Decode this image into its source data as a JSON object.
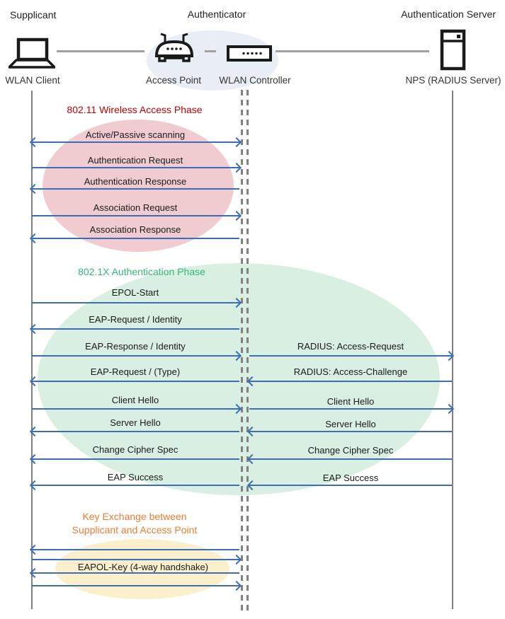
{
  "header": {
    "roles": [
      {
        "label": "Supplicant"
      },
      {
        "label": "Authenticator"
      },
      {
        "label": "Authentication Server"
      }
    ]
  },
  "nodes": [
    {
      "label": "WLAN Client",
      "icon": "laptop-icon"
    },
    {
      "label": "Access Point",
      "icon": "access-point-icon"
    },
    {
      "label": "WLAN Controller",
      "icon": "wlan-controller-icon"
    },
    {
      "label": "NPS (RADIUS Server)",
      "icon": "server-icon"
    }
  ],
  "phases": [
    {
      "title": "802.11 Wireless Access Phase",
      "title_color": "#C00000",
      "ellipse_color": "#F0CCD1"
    },
    {
      "title": "802.1X Authentication Phase",
      "title_color": "#35B778",
      "ellipse_color": "#D8EFE2"
    },
    {
      "title_line1": "Key Exchange between",
      "title_line2": "Supplicant and Access Point",
      "title_color": "#ED7D31",
      "ellipse_color": "#FCEFCB"
    }
  ],
  "messages_left": [
    {
      "label": "Active/Passive scanning",
      "direction": "both"
    },
    {
      "label": "Authentication Request",
      "direction": "right"
    },
    {
      "label": "Authentication Response",
      "direction": "left"
    },
    {
      "label": "Association Request",
      "direction": "right"
    },
    {
      "label": "Association Response",
      "direction": "left"
    },
    {
      "label": "EPOL-Start",
      "direction": "right"
    },
    {
      "label": "EAP-Request / Identity",
      "direction": "left"
    },
    {
      "label": "EAP-Response / Identity",
      "direction": "right"
    },
    {
      "label": "EAP-Request / (Type)",
      "direction": "left"
    },
    {
      "label": "Client Hello",
      "direction": "right"
    },
    {
      "label": "Server Hello",
      "direction": "left"
    },
    {
      "label": "Change Cipher Spec",
      "direction": "left"
    },
    {
      "label": "EAP Success",
      "direction": "left"
    }
  ],
  "messages_right": [
    {
      "label": "RADIUS: Access-Request",
      "direction": "right"
    },
    {
      "label": "RADIUS: Access-Challenge",
      "direction": "left"
    },
    {
      "label": "Client Hello",
      "direction": "right"
    },
    {
      "label": "Server Hello",
      "direction": "left"
    },
    {
      "label": "Change Cipher Spec",
      "direction": "left"
    },
    {
      "label": "EAP Success",
      "direction": "left"
    }
  ],
  "key_exchange": {
    "label": "EAPOL-Key (4-way handshake)",
    "arrow_directions": [
      "left",
      "right",
      "left",
      "right"
    ]
  },
  "colors": {
    "arrow": "#3D6EB5",
    "lifeline": "#7F7F7F",
    "connector": "#A1A1A1",
    "authenticator_ellipse": "#E9EDF6",
    "icon_stroke": "#1A1A1A"
  }
}
